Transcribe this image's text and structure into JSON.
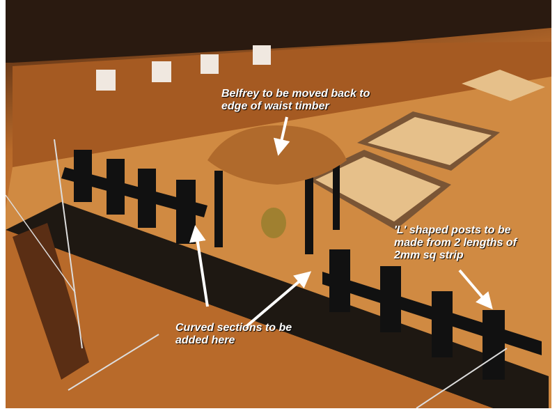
{
  "annotations": {
    "belfrey": {
      "line1": "Belfrey to be moved back to",
      "line2": "edge of waist timber"
    },
    "posts": {
      "line1": "'L' shaped posts to be",
      "line2": "made from 2 lengths of",
      "line3": "2mm sq strip"
    },
    "curved": {
      "line1": "Curved sections to be",
      "line2": "added here"
    }
  },
  "colors": {
    "annotation_text": "#ffffff",
    "arrow": "#ffffff",
    "deck": "#c97b36",
    "rail": "#1a1a1a",
    "belfry": "#b06a2c"
  }
}
